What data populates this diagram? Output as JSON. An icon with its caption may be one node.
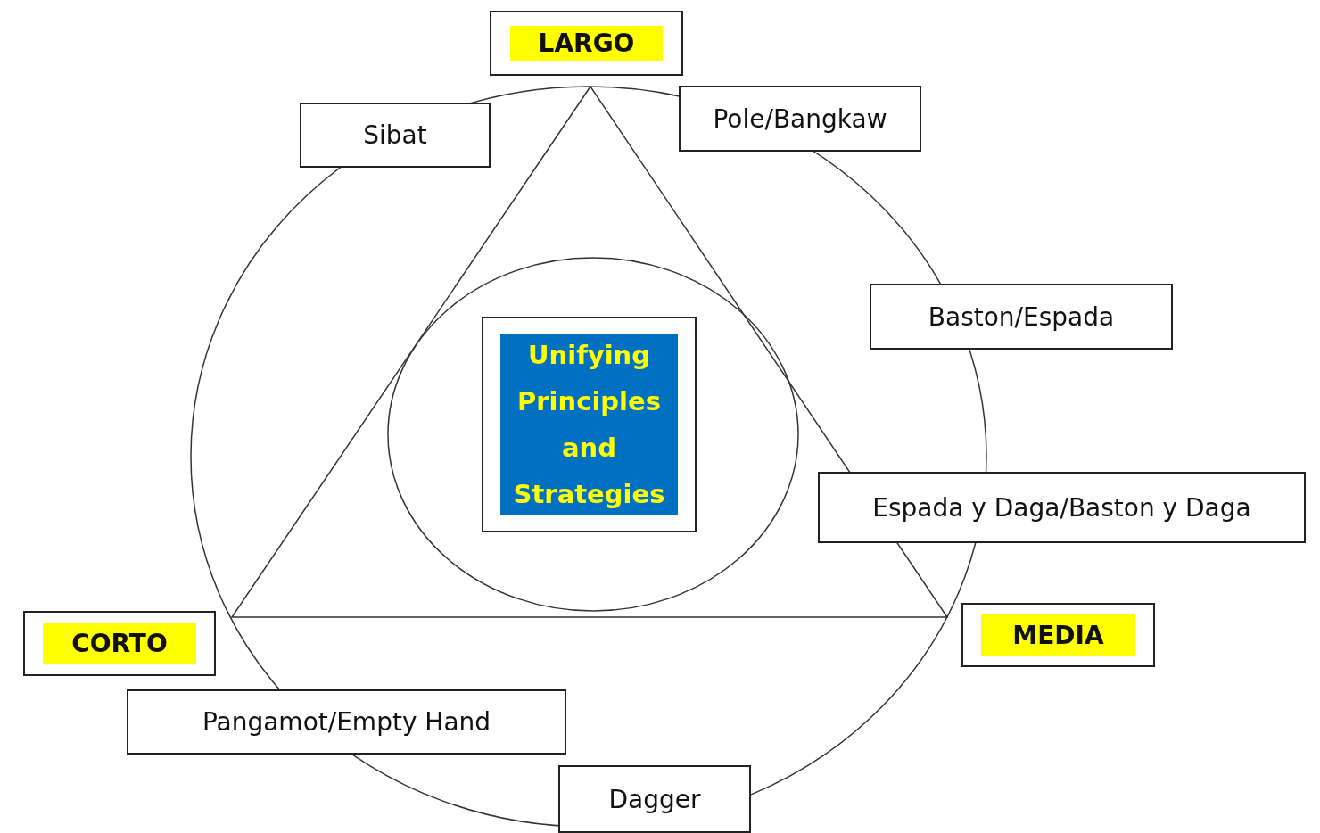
{
  "diagram": {
    "nodes": [
      {
        "text": [
          "LARGO"
        ]
      },
      {
        "text": [
          "Sibat"
        ]
      },
      {
        "text": [
          "Pole/Bangkaw"
        ]
      },
      {
        "text": [
          "Baston/Espada"
        ]
      },
      {
        "text": [
          "Unifying Principles and Strategies"
        ]
      },
      {
        "text": [
          "Espada y Daga/Baston y Daga"
        ]
      },
      {
        "text": [
          "CORTO"
        ]
      },
      {
        "text": [
          "MEDIA"
        ]
      },
      {
        "text": [
          "Pangamot/Empty Hand"
        ]
      },
      {
        "text": [
          "Dagger"
        ]
      }
    ]
  }
}
